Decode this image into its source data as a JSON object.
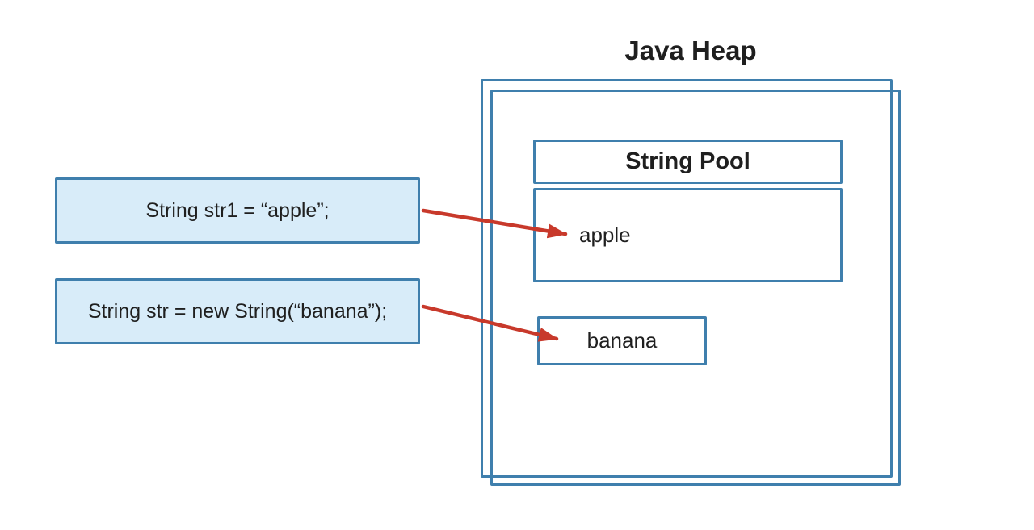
{
  "diagram": {
    "title": "Java Heap",
    "string_pool": {
      "label": "String Pool",
      "items": [
        {
          "value": "apple"
        }
      ]
    },
    "heap_objects": [
      {
        "value": "banana"
      }
    ],
    "code_boxes": [
      {
        "text": "String str1 = “apple”;"
      },
      {
        "text": "String str = new String(“banana”);"
      }
    ],
    "arrows": [
      {
        "from": "code-statement-str1",
        "to": "string-pool-apple"
      },
      {
        "from": "code-statement-str",
        "to": "heap-object-banana"
      }
    ]
  },
  "colors": {
    "box_border_blue": "#3f7fad",
    "code_box_fill": "#d8ecf9",
    "arrow_red": "#c8392b",
    "text_color": "#1f1f1f"
  }
}
